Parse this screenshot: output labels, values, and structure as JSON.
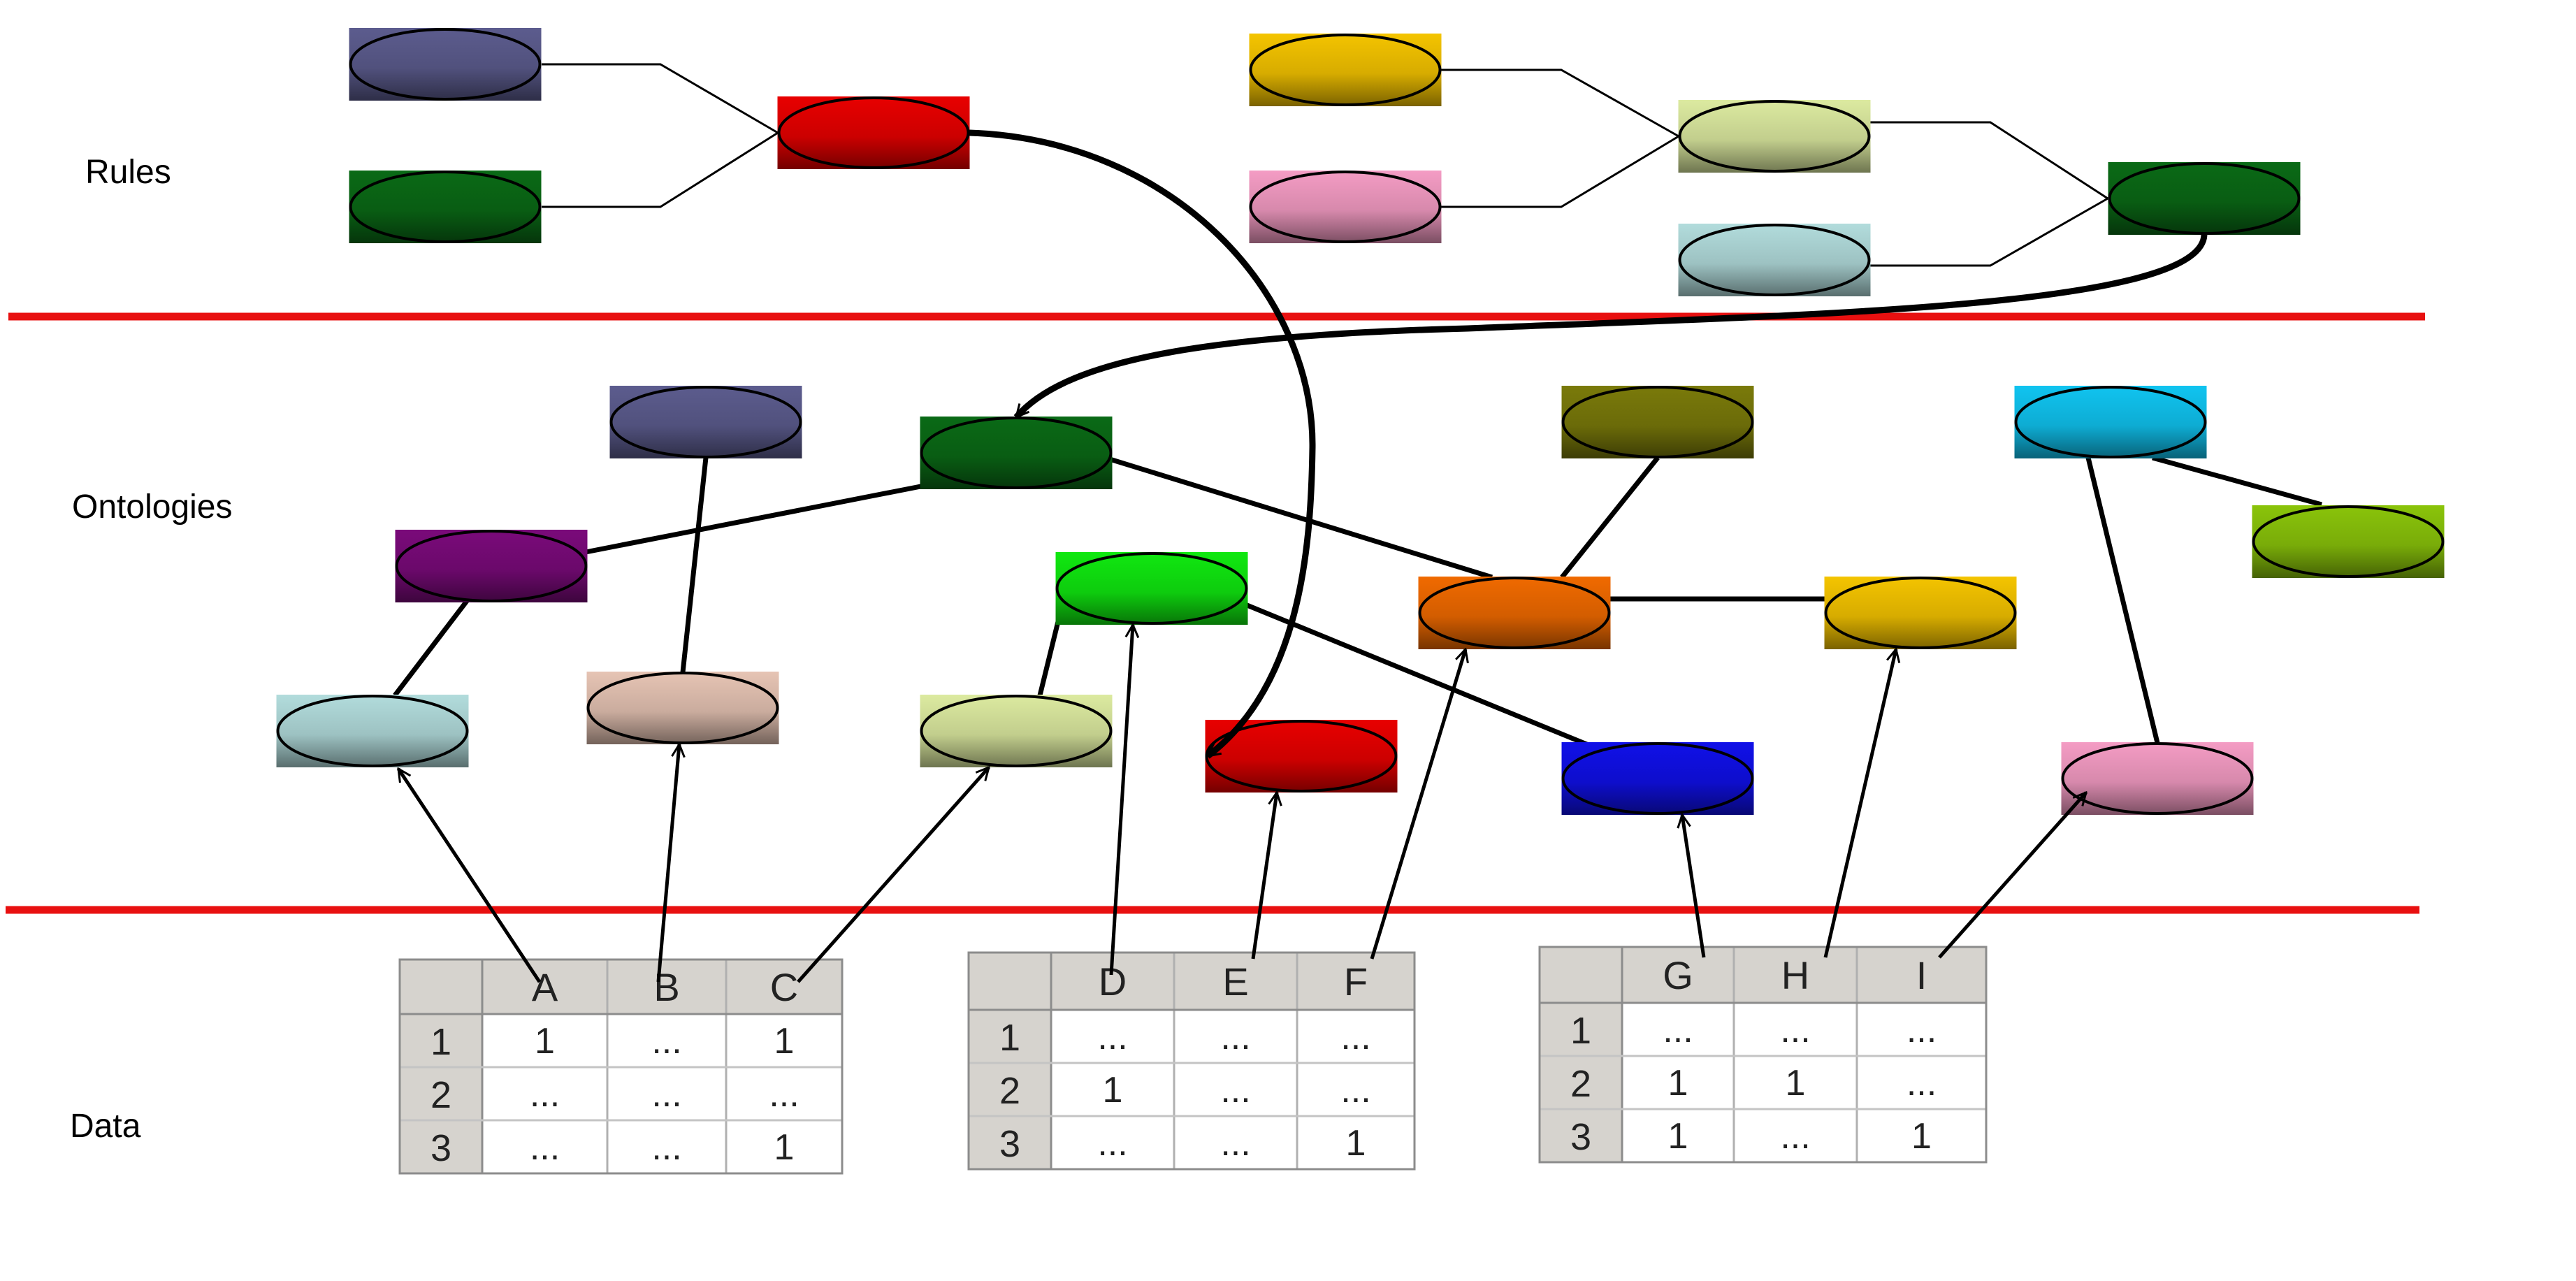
{
  "layers": {
    "rules": "Rules",
    "ontologies": "Ontologies",
    "data": "Data"
  },
  "colors": {
    "divider": "#e81010",
    "navy": "#5c5c8e",
    "dark_green": "#0a6a16",
    "red": "#e80000",
    "gold": "#f4c400",
    "pink": "#f49cc4",
    "pale_yellow": "#dceaa0",
    "light_blue": "#b2dcdc",
    "purple": "#7a0a7a",
    "tan": "#e6c4b4",
    "bright_green": "#10e810",
    "olive": "#7a7a0a",
    "orange": "#f06a00",
    "blue": "#1010e8",
    "cyan": "#10c4f0",
    "yellow_green": "#8ac40a"
  },
  "sheets": [
    {
      "columns": [
        "A",
        "B",
        "C"
      ],
      "rows": [
        {
          "num": "1",
          "cells": [
            "1",
            "...",
            "1"
          ]
        },
        {
          "num": "2",
          "cells": [
            "...",
            "...",
            "..."
          ]
        },
        {
          "num": "3",
          "cells": [
            "...",
            "...",
            "1"
          ]
        }
      ]
    },
    {
      "columns": [
        "D",
        "E",
        "F"
      ],
      "rows": [
        {
          "num": "1",
          "cells": [
            "...",
            "...",
            "..."
          ]
        },
        {
          "num": "2",
          "cells": [
            "1",
            "...",
            "..."
          ]
        },
        {
          "num": "3",
          "cells": [
            "...",
            "...",
            "1"
          ]
        }
      ]
    },
    {
      "columns": [
        "G",
        "H",
        "I"
      ],
      "rows": [
        {
          "num": "1",
          "cells": [
            "...",
            "...",
            "..."
          ]
        },
        {
          "num": "2",
          "cells": [
            "1",
            "1",
            "..."
          ]
        },
        {
          "num": "3",
          "cells": [
            "1",
            "...",
            "1"
          ]
        }
      ]
    }
  ]
}
